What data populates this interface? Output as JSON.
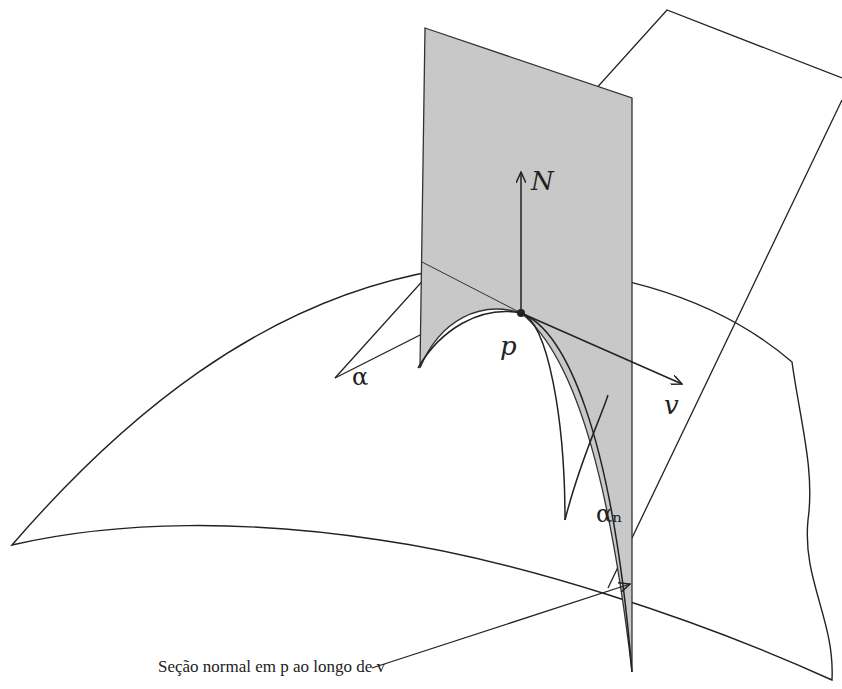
{
  "diagram": {
    "labels": [
      "N",
      "p",
      "α",
      "v",
      "αₙ",
      "Seção normal em p ao longo de v"
    ]
  }
}
